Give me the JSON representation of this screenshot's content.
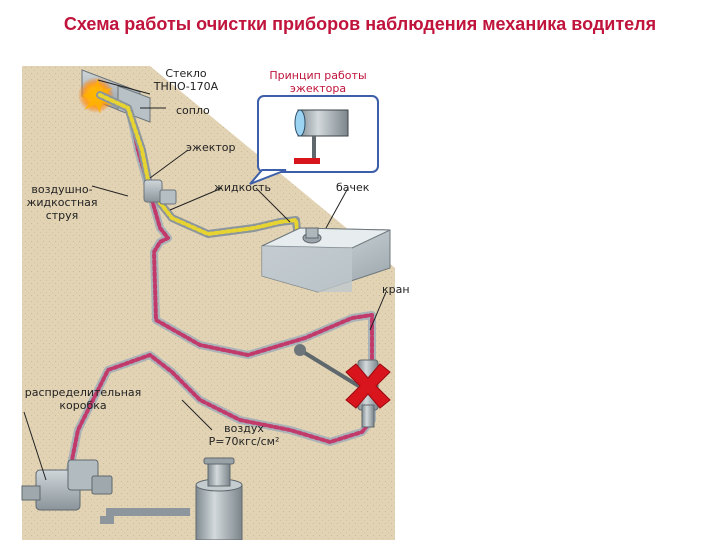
{
  "title": "Схема работы очистки приборов наблюдения механика водителя",
  "labels": {
    "glass_line1": "Стекло",
    "glass_line2": "ТНПО-170А",
    "nozzle": "сопло",
    "ejector_principle_line1": "Принцип работы",
    "ejector_principle_line2": "эжектора",
    "ejector": "эжектор",
    "air_liquid_line1": "воздушно-",
    "air_liquid_line2": "жидкостная",
    "air_liquid_line3": "струя",
    "liquid": "жидкость",
    "tank": "бачек",
    "valve": "кран",
    "distribution_line1": "распределительная",
    "distribution_line2": "коробка",
    "air_line1": "воздух",
    "air_line2": "P=70кгс/см²"
  },
  "colors": {
    "title": "#c0143c",
    "air_line": "#c23a6a",
    "liquid_line": "#e8d430",
    "background_panel": "#e2d3b4",
    "metal": "#a9b3b8",
    "callout_border": "#3d5ea8",
    "cross": "#d8141c"
  }
}
